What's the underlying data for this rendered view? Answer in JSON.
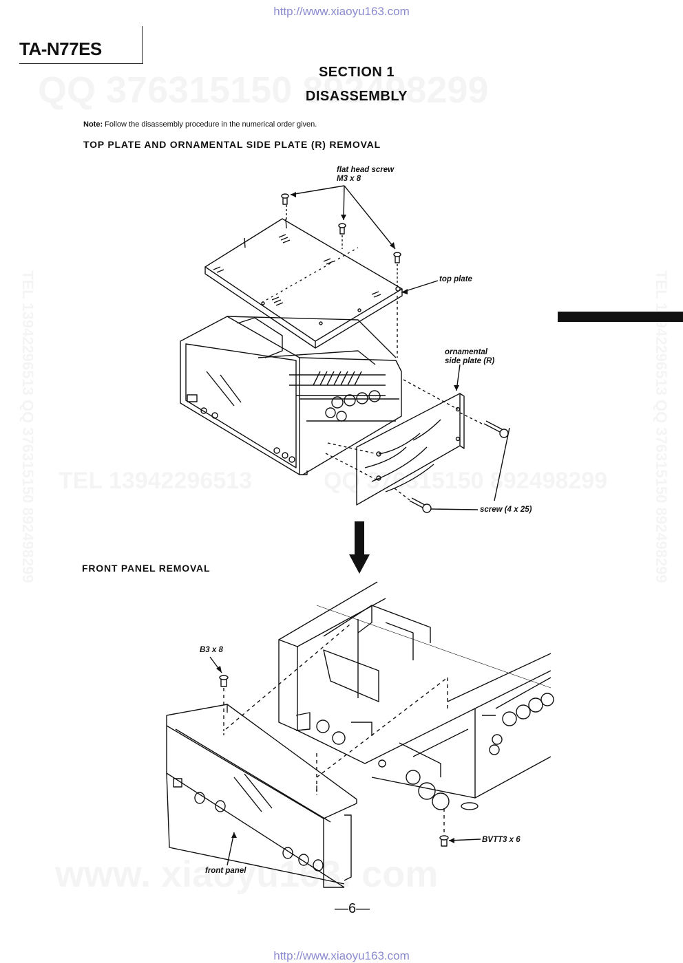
{
  "watermarks": {
    "url_top": "http://www.xiaoyu163.com",
    "url_bottom": "http://www.xiaoyu163.com",
    "qq_banner": "QQ 376315150 892498299",
    "tel_banner": "TEL 13942296513",
    "qq_banner_2": "QQ 376315150 892498299",
    "side_left": "TEL 13942296513 QQ 376315150 892498299",
    "side_right": "TEL 13942296513 QQ 376315150 892498299",
    "www_banner": "www. xiaoyu163. com"
  },
  "header": {
    "model": "TA-N77ES",
    "section": "SECTION 1",
    "title": "DISASSEMBLY"
  },
  "note": {
    "label": "Note:",
    "text": "Follow the disassembly procedure in the numerical order given."
  },
  "figure_top": {
    "heading": "TOP PLATE AND ORNAMENTAL SIDE PLATE (R) REMOVAL",
    "labels": {
      "flat_head_screw_1": "flat head screw",
      "flat_head_screw_2": "M3 x 8",
      "top_plate": "top plate",
      "ornamental_1": "ornamental",
      "ornamental_2": "side plate (R)",
      "screw": "screw (4 x 25)"
    }
  },
  "figure_bottom": {
    "heading": "FRONT PANEL REMOVAL",
    "labels": {
      "b3": "B3 x 8",
      "bvtt": "BVTT3 x 6",
      "front_panel": "front panel"
    }
  },
  "footer": {
    "page": "—6—"
  }
}
